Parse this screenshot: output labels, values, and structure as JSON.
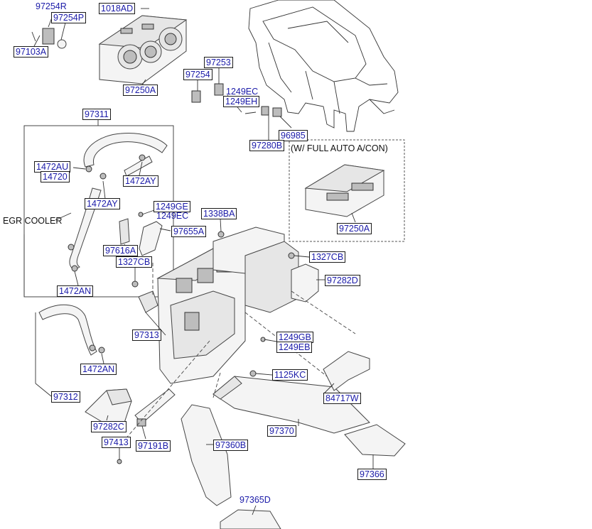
{
  "labels": {
    "p97254R": "97254R",
    "p97254P": "97254P",
    "p97103A": "97103A",
    "p1018AD": "1018AD",
    "p97250A_top": "97250A",
    "p97253": "97253",
    "p97254": "97254",
    "p1249EC_top": "1249EC",
    "p1249EH": "1249EH",
    "p96985": "96985",
    "p97280B": "97280B",
    "p97311": "97311",
    "p1472AU": "1472AU",
    "p14720": "14720",
    "p1472AY_a": "1472AY",
    "p1472AY_b": "1472AY",
    "p1249GE": "1249GE",
    "p1249EC_mid": "1249EC",
    "p1338BA": "1338BA",
    "p97655A": "97655A",
    "p97616A": "97616A",
    "p1327CB_a": "1327CB",
    "p1327CB_b": "1327CB",
    "p97282D": "97282D",
    "p1472AN_a": "1472AN",
    "p1472AN_b": "1472AN",
    "p97313": "97313",
    "p1249GB": "1249GB",
    "p1249EB": "1249EB",
    "p1125KC": "1125KC",
    "p84717W": "84717W",
    "p97312": "97312",
    "p97282C": "97282C",
    "p97370": "97370",
    "p97413": "97413",
    "p97191B": "97191B",
    "p97360B": "97360B",
    "p97366": "97366",
    "p97365D": "97365D",
    "p97250A_auto": "97250A"
  },
  "notes": {
    "egr_cooler": "EGR COOLER",
    "full_auto": "(W/ FULL AUTO A/CON)"
  }
}
